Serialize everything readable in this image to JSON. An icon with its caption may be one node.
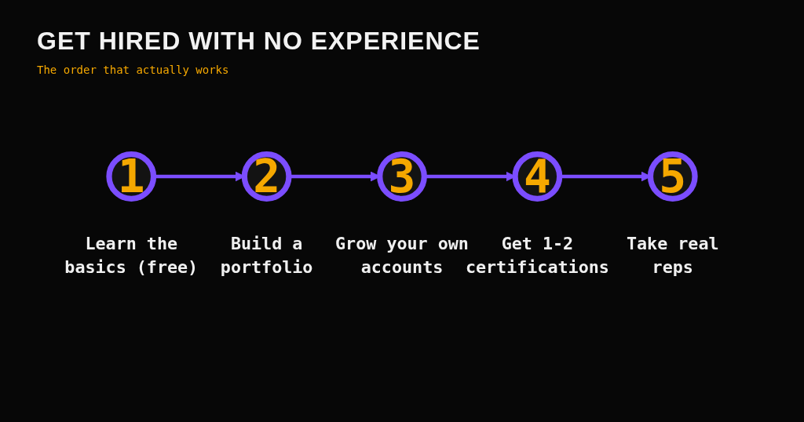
{
  "diagram": {
    "title": "GET HIRED WITH NO EXPERIENCE",
    "caption": "The order that actually works",
    "nodes": [
      {
        "text": [
          "1"
        ],
        "beside": [
          "Learn the basics (free)"
        ]
      },
      {
        "text": [
          "2"
        ],
        "beside": [
          "Build a portfolio"
        ]
      },
      {
        "text": [
          "3"
        ],
        "beside": [
          "Grow your own accounts"
        ]
      },
      {
        "text": [
          "4"
        ],
        "beside": [
          "Get 1-2 certifications"
        ]
      },
      {
        "text": [
          "5"
        ],
        "beside": [
          "Take real reps"
        ]
      }
    ],
    "edges": [
      {
        "from": 0,
        "to": 1,
        "arrow": "to"
      },
      {
        "from": 1,
        "to": 2,
        "arrow": "to"
      },
      {
        "from": 2,
        "to": 3,
        "arrow": "to"
      },
      {
        "from": 3,
        "to": 4,
        "arrow": "to"
      }
    ]
  }
}
